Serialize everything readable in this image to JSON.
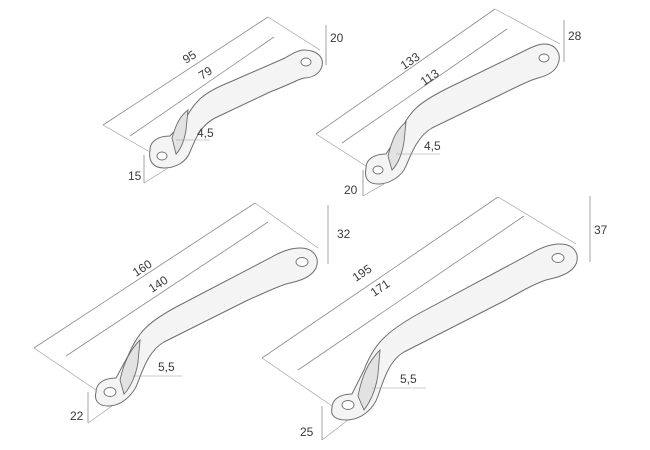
{
  "diagram": {
    "handles": [
      {
        "id": "handle-1",
        "dims": {
          "overall": "95",
          "centers": "79",
          "height": "20",
          "hole": "4,5",
          "base": "15"
        }
      },
      {
        "id": "handle-2",
        "dims": {
          "overall": "133",
          "centers": "113",
          "height": "28",
          "hole": "4,5",
          "base": "20"
        }
      },
      {
        "id": "handle-3",
        "dims": {
          "overall": "160",
          "centers": "140",
          "height": "32",
          "hole": "5,5",
          "base": "22"
        }
      },
      {
        "id": "handle-4",
        "dims": {
          "overall": "195",
          "centers": "171",
          "height": "37",
          "hole": "5,5",
          "base": "25"
        }
      }
    ]
  }
}
